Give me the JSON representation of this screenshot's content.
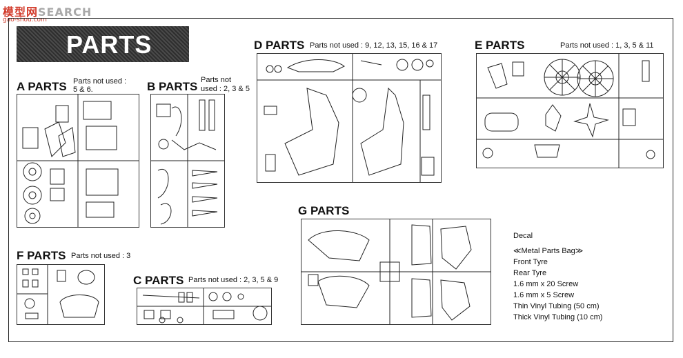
{
  "watermark": {
    "main": "模型网",
    "search": "SEARCH",
    "sub": "gao-shou.com"
  },
  "banner": {
    "title": "PARTS"
  },
  "sections": {
    "a": {
      "title": "A PARTS",
      "note_line1": "Parts not used :",
      "note_line2": "5 & 6."
    },
    "b": {
      "title": "B PARTS",
      "note_line1": "Parts not",
      "note_line2": "used : 2, 3 & 5"
    },
    "c": {
      "title": "C PARTS",
      "note": "Parts not used : 2, 3, 5 & 9"
    },
    "d": {
      "title": "D PARTS",
      "note": "Parts not used : 9, 12, 13, 15, 16 & 17"
    },
    "e": {
      "title": "E PARTS",
      "note": "Parts not used : 1, 3, 5 & 11"
    },
    "f": {
      "title": "F PARTS",
      "note": "Parts not used : 3"
    },
    "g": {
      "title": "G PARTS"
    }
  },
  "misc_parts": [
    "Decal",
    "≪Metal Parts Bag≫",
    "Front Tyre",
    "Rear Tyre",
    "1.6 mm x 20 Screw",
    "1.6 mm x 5 Screw",
    "Thin Vinyl Tubing (50 cm)",
    "Thick Vinyl Tubing (10 cm)"
  ],
  "icons": [
    "sprue-drawing"
  ],
  "colors": {
    "ink": "#111111",
    "banner": "#3a3a3a",
    "watermark_red": "#d23a2a"
  }
}
